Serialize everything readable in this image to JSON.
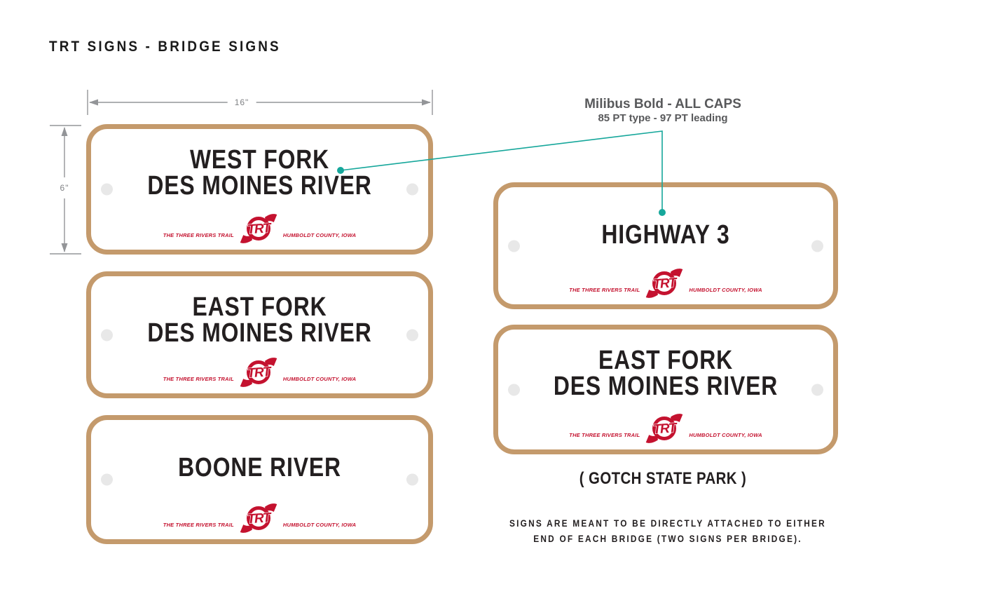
{
  "page": {
    "title": "TRT SIGNS - BRIDGE SIGNS"
  },
  "colors": {
    "sign-border": "#C49A6C",
    "logo-red": "#C4122F",
    "teal": "#16A79B",
    "dim-gray": "#939598",
    "ink": "#231F20",
    "annotation-gray": "#58595B",
    "hole-gray": "#E8E8E8",
    "title-ink": "#1A1A1A"
  },
  "dimensions": {
    "width_label": "16\"",
    "height_label": "6\""
  },
  "annotation": {
    "line1": "Milibus Bold - ALL CAPS",
    "line2": "85 PT type - 97 PT leading"
  },
  "logo": {
    "monogram": "TRT",
    "left_text": "THE THREE RIVERS TRAIL",
    "right_text": "HUMBOLDT COUNTY, IOWA"
  },
  "signs": {
    "left": [
      {
        "lines": [
          "WEST FORK",
          "DES MOINES RIVER"
        ]
      },
      {
        "lines": [
          "EAST FORK",
          "DES MOINES RIVER"
        ]
      },
      {
        "lines": [
          "BOONE RIVER"
        ]
      }
    ],
    "right": [
      {
        "lines": [
          "HIGHWAY 3"
        ]
      },
      {
        "lines": [
          "EAST FORK",
          "DES MOINES RIVER"
        ],
        "caption": "( GOTCH STATE PARK )"
      }
    ]
  },
  "note": {
    "line1": "SIGNS ARE MEANT TO BE DIRECTLY ATTACHED TO EITHER",
    "line2": "END OF EACH BRIDGE (TWO SIGNS PER BRIDGE)."
  }
}
